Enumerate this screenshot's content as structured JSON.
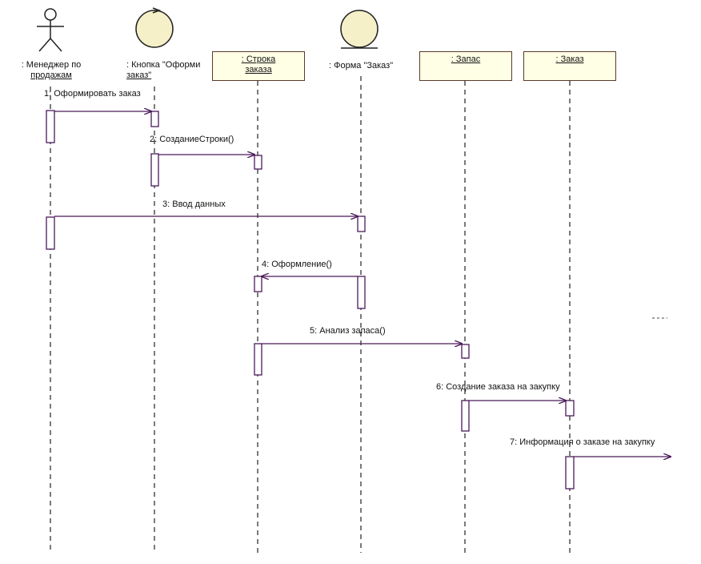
{
  "participants": {
    "manager": {
      "line1": ": Менеджер по",
      "line2": "продажам"
    },
    "button": {
      "line1": ": Кнопка \"Оформи",
      "line2": "заказ\""
    },
    "order_line": {
      "line1": ": Строка",
      "line2": "заказа"
    },
    "order_form": {
      "label": ": Форма \"Заказ\""
    },
    "stock": {
      "label": ": Запас"
    },
    "order": {
      "label": ": Заказ"
    }
  },
  "messages": {
    "m1": "1: Оформировать заказ",
    "m2": "2: СозданиеСтроки()",
    "m3": "3: Ввод данных",
    "m4": "4: Оформление()",
    "m5": "5: Анализ запаса()",
    "m6": "6: Создание заказа на закупку",
    "m7": "7: Информация о заказе на закупку"
  },
  "colors": {
    "message_line": "#4a1a5a",
    "lifeline": "#222222",
    "object_fill": "#ffffe6",
    "entity_fill": "#f5f0c8"
  }
}
